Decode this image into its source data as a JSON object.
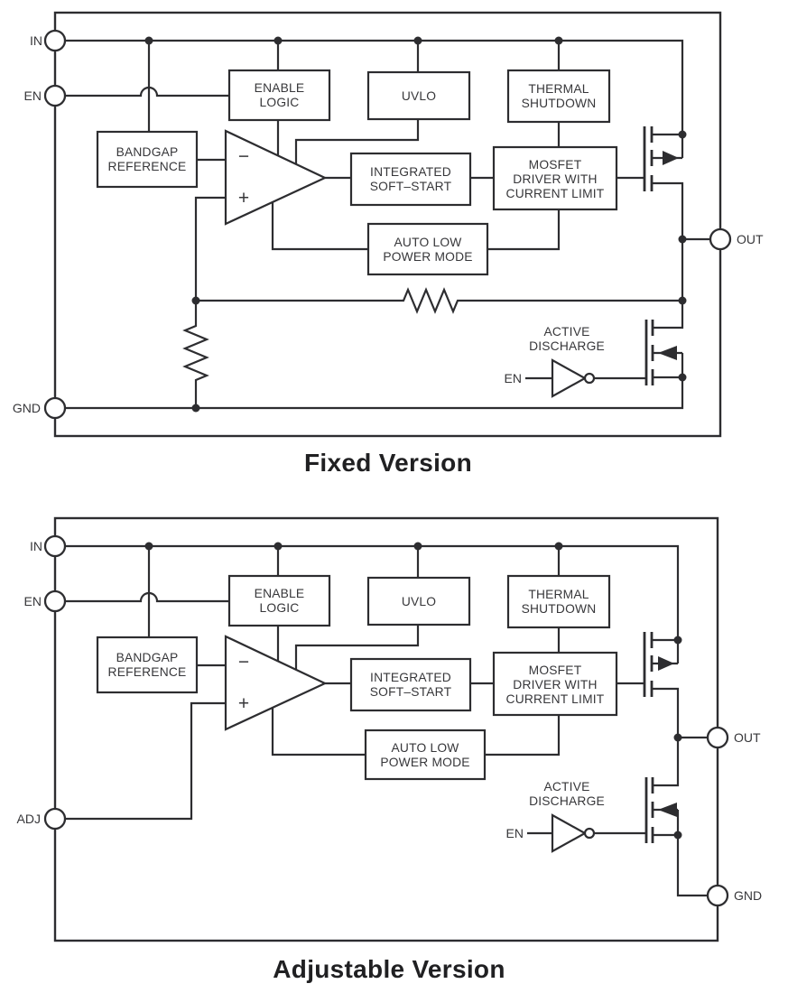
{
  "figure": {
    "colors": {
      "background": "#ffffff",
      "line": "#2d2d30",
      "text": "#37373a"
    }
  },
  "shared": {
    "blocks": {
      "enable_logic": [
        "ENABLE",
        "LOGIC"
      ],
      "uvlo": [
        "UVLO"
      ],
      "thermal_shutdown": [
        "THERMAL",
        "SHUTDOWN"
      ],
      "bandgap_reference": [
        "BANDGAP",
        "REFERENCE"
      ],
      "integrated_soft_start": [
        "INTEGRATED",
        "SOFT–START"
      ],
      "mosfet_driver": [
        "MOSFET",
        "DRIVER WITH",
        "CURRENT LIMIT"
      ],
      "auto_low_power_mode": [
        "AUTO LOW",
        "POWER MODE"
      ],
      "active_discharge": [
        "ACTIVE",
        "DISCHARGE"
      ]
    },
    "opamp": {
      "minus": "−",
      "plus": "+"
    },
    "inverter_input_label": "EN"
  },
  "fixed": {
    "title": "Fixed Version",
    "pins": {
      "in": "IN",
      "en": "EN",
      "gnd": "GND",
      "out": "OUT"
    }
  },
  "adjustable": {
    "title": "Adjustable Version",
    "pins": {
      "in": "IN",
      "en": "EN",
      "adj": "ADJ",
      "out": "OUT",
      "gnd": "GND"
    }
  }
}
